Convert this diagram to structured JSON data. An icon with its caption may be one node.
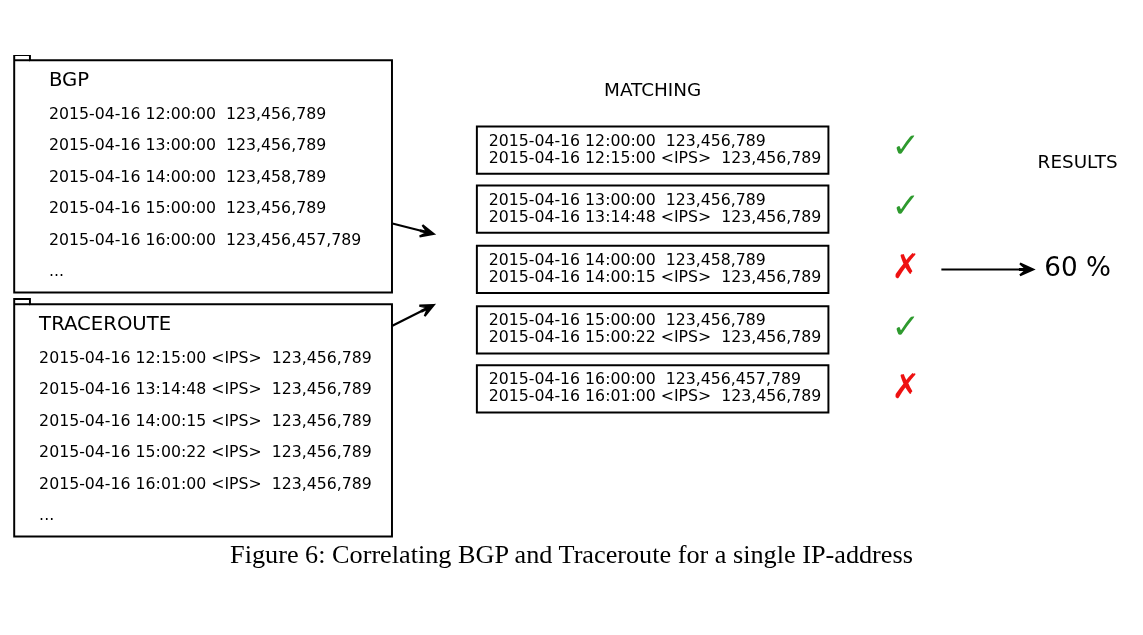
{
  "diagram": {
    "caption": "Figure 6: Correlating BGP and Traceroute for a single IP-address",
    "nodes": [
      {
        "text": [
          "BGP",
          "2015-04-16 12:00:00  123,456,789",
          "2015-04-16 13:00:00  123,456,789",
          "2015-04-16 14:00:00  123,458,789",
          "2015-04-16 15:00:00  123,456,789",
          "2015-04-16 16:00:00  123,456,457,789",
          "..."
        ]
      },
      {
        "text": [
          "TRACEROUTE",
          "2015-04-16 12:15:00 <IPS>  123,456,789",
          "2015-04-16 13:14:48 <IPS>  123,456,789",
          "2015-04-16 14:00:15 <IPS>  123,456,789",
          "2015-04-16 15:00:22 <IPS>  123,456,789",
          "2015-04-16 16:01:00 <IPS>  123,456,789",
          "..."
        ]
      },
      {
        "text": [
          "2015-04-16 12:00:00  123,456,789",
          "2015-04-16 12:15:00 <IPS>  123,456,789"
        ]
      },
      {
        "text": [
          "✓"
        ]
      },
      {
        "text": [
          "2015-04-16 13:00:00  123,456,789",
          "2015-04-16 13:14:48 <IPS>  123,456,789"
        ]
      },
      {
        "text": [
          "✓"
        ]
      },
      {
        "text": [
          "2015-04-16 14:00:00  123,458,789",
          "2015-04-16 14:00:15 <IPS>  123,456,789"
        ]
      },
      {
        "text": [
          "✗"
        ]
      },
      {
        "text": [
          "2015-04-16 15:00:00  123,456,789",
          "2015-04-16 15:00:22 <IPS>  123,456,789"
        ]
      },
      {
        "text": [
          "✓"
        ]
      },
      {
        "text": [
          "2015-04-16 16:00:00  123,456,457,789",
          "2015-04-16 16:01:00 <IPS>  123,456,789"
        ]
      },
      {
        "text": [
          "✗"
        ]
      },
      {
        "text": [
          "60 %"
        ]
      }
    ],
    "edges": [
      {
        "from": 0,
        "to": null,
        "arrow": "to"
      },
      {
        "from": 1,
        "to": null,
        "arrow": "to"
      },
      {
        "from": 7,
        "to": 12,
        "arrow": "to"
      }
    ],
    "labels": [
      "MATCHING",
      "RESULTS"
    ]
  }
}
